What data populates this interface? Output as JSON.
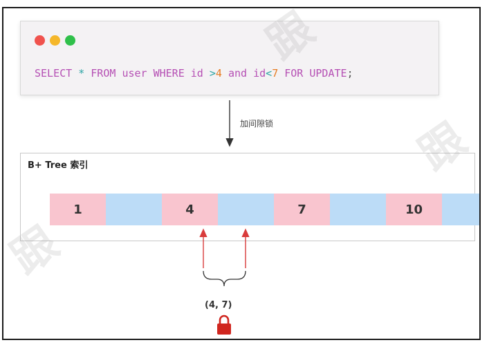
{
  "window": {
    "dot_colors": [
      "#f0524d",
      "#f5b72a",
      "#2fc04a"
    ]
  },
  "sql": {
    "kw_select": "SELECT",
    "star": "*",
    "kw_from": "FROM",
    "table": "user",
    "kw_where": "WHERE",
    "col1": "id",
    "op1": ">",
    "val1": "4",
    "kw_and": "and",
    "col2": "id",
    "op2": "<",
    "val2": "7",
    "kw_for_update": "FOR UPDATE",
    "semicolon": ";"
  },
  "arrow_label": "加间隙锁",
  "tree": {
    "title": "B+ Tree 索引",
    "cells": [
      {
        "kind": "key",
        "label": "1"
      },
      {
        "kind": "gap",
        "label": ""
      },
      {
        "kind": "key",
        "label": "4"
      },
      {
        "kind": "gap",
        "label": ""
      },
      {
        "kind": "key",
        "label": "7"
      },
      {
        "kind": "gap",
        "label": ""
      },
      {
        "kind": "key",
        "label": "10"
      },
      {
        "kind": "gap",
        "label": ""
      }
    ]
  },
  "range_label": "(4, 7)",
  "colors": {
    "key_cell": "#f9c5cf",
    "gap_cell": "#bcdcf7",
    "marker": "#d93b3b",
    "lock": "#d0261f"
  },
  "icons": {
    "lock": "padlock-icon"
  }
}
